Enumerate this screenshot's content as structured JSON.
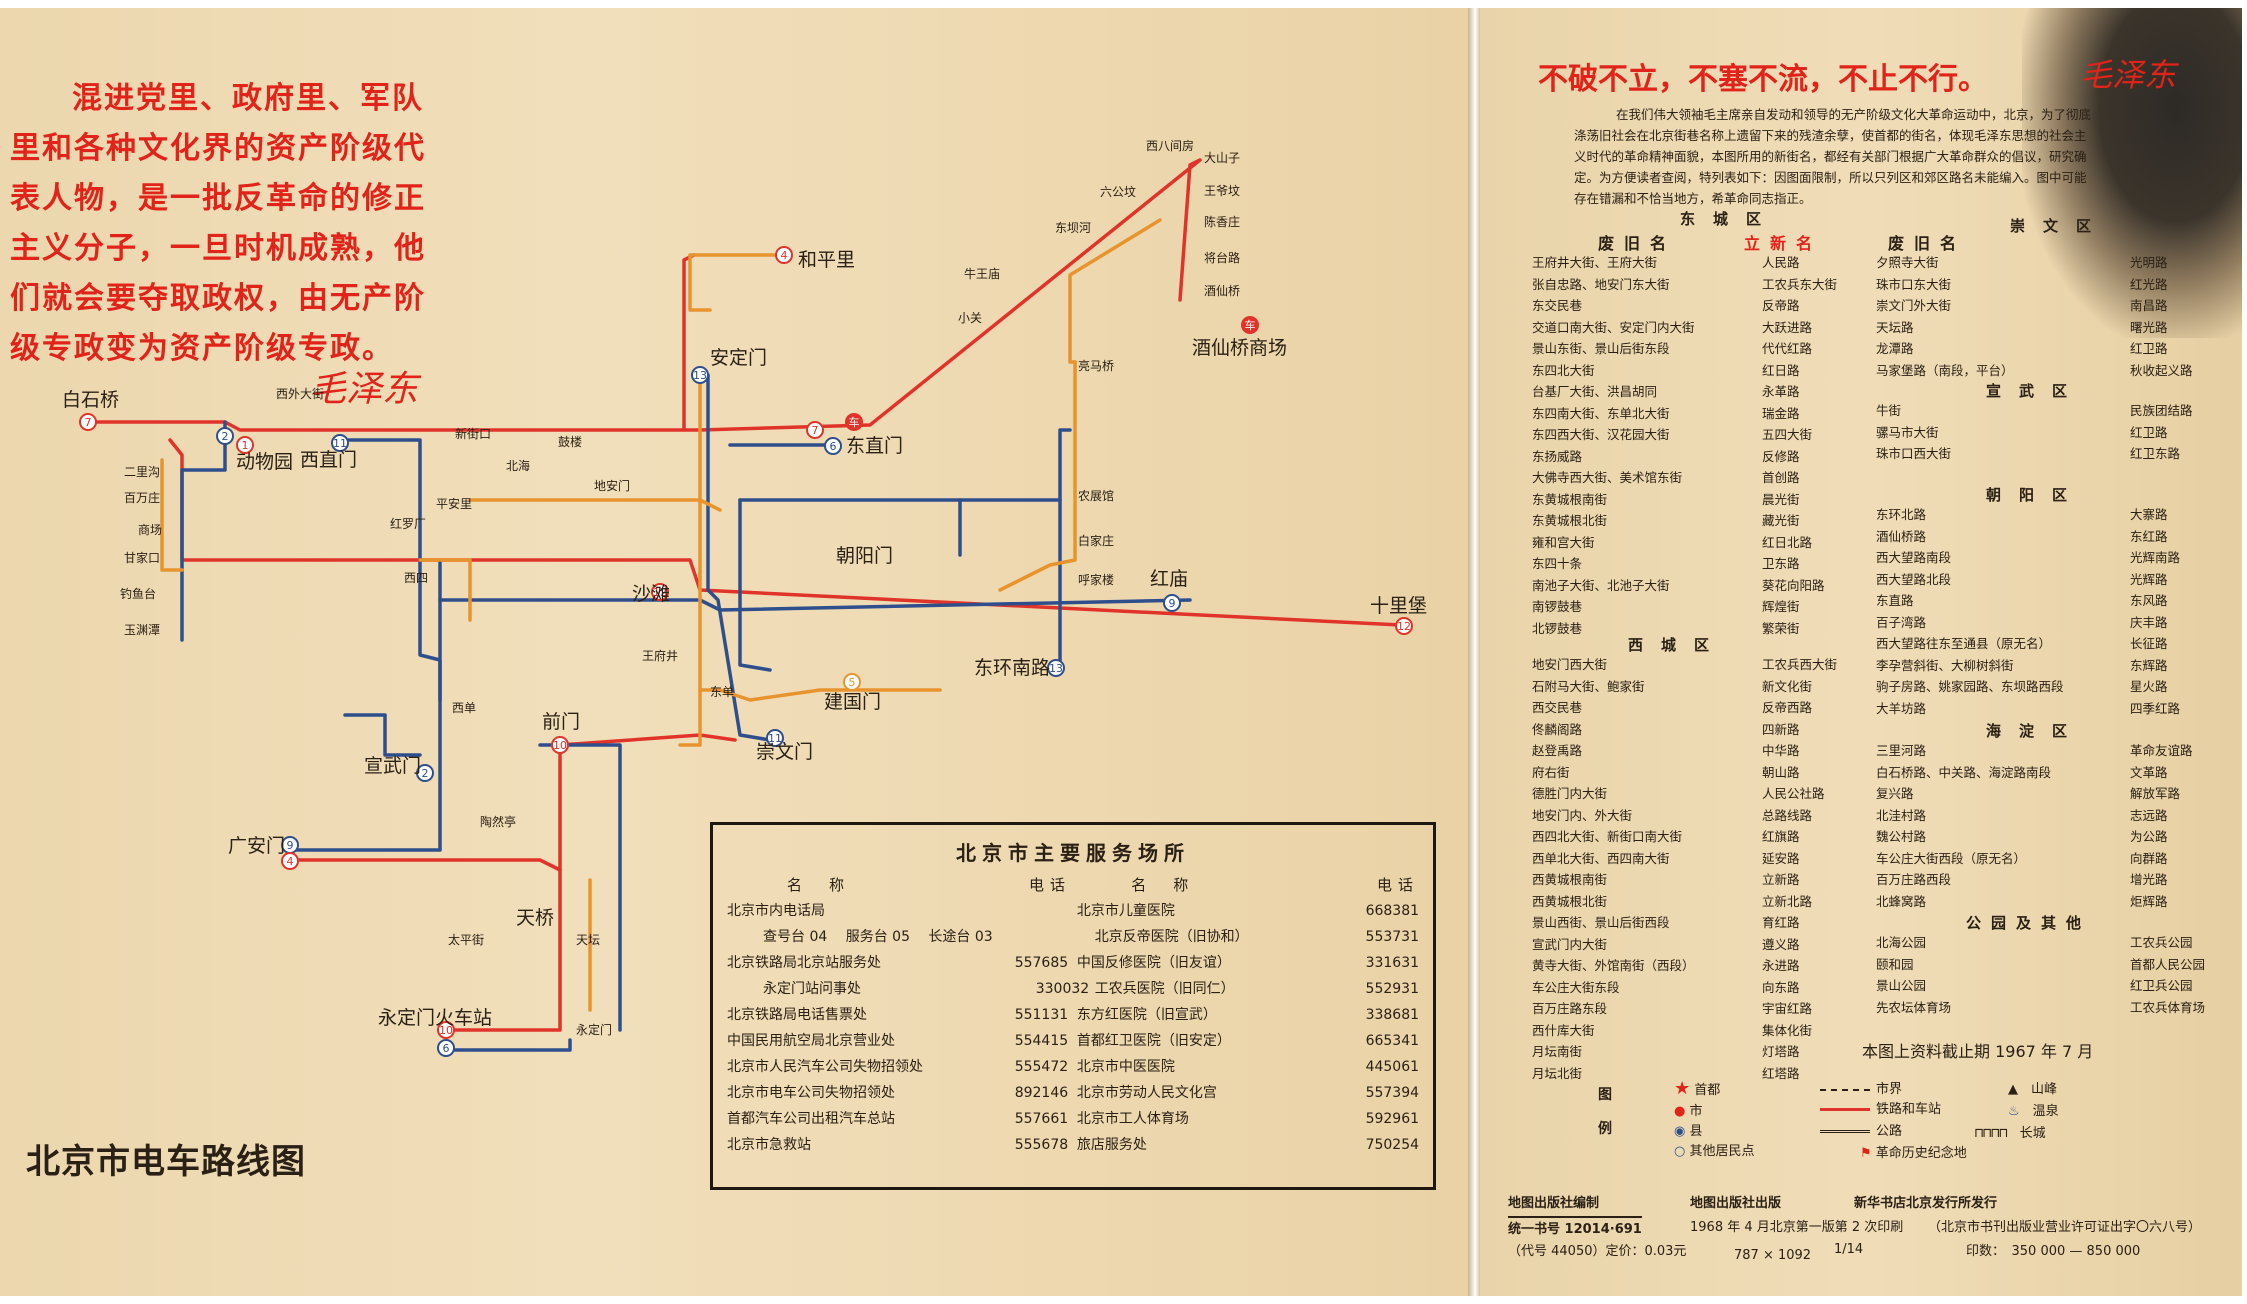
{
  "slogan_lines": [
    "混进党里、政府里、军队",
    "里和各种文化界的资产阶级代",
    "表人物，是一批反革命的修正",
    "主义分子，一旦时机成熟，他",
    "们就会要夺取政权，由无产阶",
    "级专政变为资产阶级专政。"
  ],
  "signature": "毛泽东",
  "map_title": "北京市电车路线图",
  "map_labels": {
    "baishiqiao": "白石桥",
    "xiwaidajie": "西外大街",
    "xinjiekou": "新街口",
    "dongwuyuan": "动物园",
    "xizhimen": "西直门",
    "erliqou": "二里沟",
    "baiwanzhuang": "百万庄",
    "shangchang": "商场",
    "ganjiakou": "甘家口",
    "diaoyutai": "钓鱼台",
    "yuyuantan": "玉渊潭",
    "heping": "和平里",
    "andingmen": "安定门",
    "dongzhimen": "东直门",
    "chaoyangmen": "朝阳门",
    "hongmiao": "红庙",
    "shilibao": "十里堡",
    "jiuxianqiao": "酒仙桥商场",
    "dashanzi": "大山子",
    "wangye": "王爷坟",
    "chenjiazhuang": "陈香庄",
    "jiangtai": "将台路",
    "jiuxian": "酒仙桥",
    "xibajianfang": "西八间房",
    "liugongfen": "六公坟",
    "dongbahe": "东坝河",
    "niuwangmiao": "牛王庙",
    "xiaoguan": "小关",
    "liangmaqiao": "亮马桥",
    "nongzhanguan": "农展馆",
    "baijiazhuang": "白家庄",
    "hujialou": "呼家楼",
    "dongsanhuan": "东环南路",
    "jianguomen": "建国门",
    "chongwenmen": "崇文门",
    "qianmen": "前门",
    "xuanwumen": "宣武门",
    "guanganmen": "广安门",
    "tianqiao": "天桥",
    "yongdingmen": "永定门火车站",
    "shatan": "沙滩",
    "xidan": "西单",
    "xisi": "西四",
    "dongdan": "东单",
    "wangfujing": "王府井",
    "beihai": "北海",
    "gulou": "鼓楼",
    "dianmen": "地安门",
    "hongluo": "红罗厂",
    "pinganli": "平安里",
    "taiping": "太平街",
    "taoranting": "陶然亭",
    "yongdingmen_s": "永定门",
    "tiantan": "天坛"
  },
  "services": {
    "title": "北京市主要服务场所",
    "headers": {
      "name": "名　称",
      "phone": "电话"
    },
    "left": [
      {
        "name": "北京市内电话局",
        "phone": ""
      },
      {
        "name": "查号台 04　 服务台 05　 长途台 03",
        "phone": "",
        "sub": true
      },
      {
        "name": "北京铁路局北京站服务处",
        "phone": "557685"
      },
      {
        "name": "永定门站问事处",
        "phone": "330032",
        "sub": true
      },
      {
        "name": "北京铁路局电话售票处",
        "phone": "551131"
      },
      {
        "name": "中国民用航空局北京营业处",
        "phone": "554415"
      },
      {
        "name": "北京市人民汽车公司失物招领处",
        "phone": "555472"
      },
      {
        "name": "北京市电车公司失物招领处",
        "phone": "892146"
      },
      {
        "name": "首都汽车公司出租汽车总站",
        "phone": "557661"
      },
      {
        "name": "北京市急救站",
        "phone": "555678"
      }
    ],
    "right": [
      {
        "name": "北京市儿童医院",
        "phone": "668381"
      },
      {
        "name": "北京反帝医院（旧协和）",
        "phone": "553731"
      },
      {
        "name": "中国反修医院（旧友谊）",
        "phone": "331631"
      },
      {
        "name": "工农兵医院（旧同仁）",
        "phone": "552931"
      },
      {
        "name": "东方红医院（旧宣武）",
        "phone": "338681"
      },
      {
        "name": "首都红卫医院（旧安定）",
        "phone": "665341"
      },
      {
        "name": "北京市中医医院",
        "phone": "445061"
      },
      {
        "name": "北京市劳动人民文化宫",
        "phone": "557394"
      },
      {
        "name": "北京市工人体育场",
        "phone": "592961"
      },
      {
        "name": "旅店服务处",
        "phone": "750254"
      }
    ]
  },
  "right_title": "不破不立，不塞不流，不止不行。",
  "right_signature": "毛泽东",
  "intro": "在我们伟大领袖毛主席亲自发动和领导的无产阶级文化大革命运动中，北京，为了彻底涤荡旧社会在北京街巷名称上遗留下来的残渣余孽，使首都的街名，体现毛泽东思想的社会主义时代的革命精神面貌，本图所用的新街名，都经有关部门根据广大革命群众的倡议，研究确定。为方便读者查阅，特列表如下：因图面限制，所以只列区和郊区路名未能编入。图中可能存在错漏和不恰当地方，希革命同志指正。",
  "dist_dongcheng": "东城区",
  "dist_xicheng": "西城区",
  "dist_chongwen": "崇文区",
  "dist_xuanwu": "宣武区",
  "dist_chaoyang": "朝阳区",
  "dist_haidian": "海淀区",
  "dist_parks": "公园及其他",
  "head_old": "废旧名",
  "head_new": "立新名",
  "head_old2": "废旧名",
  "col1_old": [
    "王府井大街、王府大街",
    "张自忠路、地安门东大街",
    "东交民巷",
    "交道口南大街、安定门内大街",
    "景山东街、景山后街东段",
    "东四北大街",
    "台基厂大街、洪昌胡同",
    "东四南大街、东单北大街",
    "东四西大街、汉花园大街",
    "东扬威路",
    "大佛寺西大街、美术馆东街",
    "东黄城根南街",
    "东黄城根北街",
    "雍和宫大街",
    "东四十条",
    "南池子大街、北池子大街",
    "南锣鼓巷",
    "北锣鼓巷"
  ],
  "col1_new": [
    "人民路",
    "工农兵东大街",
    "反帝路",
    "大跃进路",
    "代代红路",
    "红日路",
    "永革路",
    "瑞金路",
    "五四大街",
    "反修路",
    "首创路",
    "晨光街",
    "藏光街",
    "红日北路",
    "卫东路",
    "葵花向阳路",
    "辉煌街",
    "繁荣街"
  ],
  "col1b_old": [
    "地安门西大街",
    "石附马大街、鲍家街",
    "西交民巷",
    "佟麟阁路",
    "赵登禹路",
    "府右街",
    "德胜门内大街",
    "地安门内、外大街",
    "西四北大街、新街口南大街",
    "西单北大街、西四南大街",
    "西黄城根南街",
    "西黄城根北街",
    "景山西街、景山后街西段",
    "宣武门内大街",
    "黄寺大街、外馆南街（西段）",
    "车公庄大街东段",
    "百万庄路东段",
    "西什库大街",
    "月坛南街",
    "月坛北街"
  ],
  "col1b_new": [
    "工农兵西大街",
    "新文化街",
    "反帝西路",
    "四新路",
    "中华路",
    "朝山路",
    "人民公社路",
    "总路线路",
    "红旗路",
    "延安路",
    "立新路",
    "立新北路",
    "育红路",
    "遵义路",
    "永进路",
    "向东路",
    "宇宙红路",
    "集体化街",
    "灯塔路",
    "红塔路"
  ],
  "col2_old": [
    "夕照寺大街",
    "珠市口东大街",
    "崇文门外大街",
    "天坛路",
    "龙潭路",
    "马家堡路（南段，平台）"
  ],
  "col2_new": [
    "光明路",
    "红光路",
    "南昌路",
    "曙光路",
    "红卫路",
    "秋收起义路"
  ],
  "col2b_old": [
    "牛街",
    "骡马市大街",
    "珠市口西大街"
  ],
  "col2b_new": [
    "民族团结路",
    "红卫路",
    "红卫东路"
  ],
  "col2c_old": [
    "东环北路",
    "酒仙桥路",
    "西大望路南段",
    "西大望路北段",
    "东直路",
    "百子湾路",
    "西大望路往东至通县（原无名）",
    "李孕营斜街、大柳树斜街",
    "驹子房路、姚家园路、东坝路西段",
    "大羊坊路"
  ],
  "col2c_new": [
    "大寨路",
    "东红路",
    "光辉南路",
    "光辉路",
    "东风路",
    "庆丰路",
    "长征路",
    "东辉路",
    "星火路",
    "四季红路"
  ],
  "col2d_old": [
    "三里河路",
    "白石桥路、中关路、海淀路南段",
    "复兴路",
    "北洼村路",
    "魏公村路",
    "车公庄大街西段（原无名）",
    "百万庄路西段",
    "北蜂窝路"
  ],
  "col2d_new": [
    "革命友谊路",
    "文革路",
    "解放军路",
    "志远路",
    "为公路",
    "向群路",
    "增光路",
    "炬辉路"
  ],
  "col2e_old": [
    "北海公园",
    "颐和园",
    "景山公园",
    "先农坛体育场"
  ],
  "col2e_new": [
    "工农兵公园",
    "首都人民公园",
    "红卫兵公园",
    "工农兵体育场"
  ],
  "cutoff": "本图上资料截止期 1967 年 7 月",
  "legend": {
    "tu": "图",
    "li": "例",
    "capital": "首都",
    "city": "市",
    "county": "县",
    "other_place": "其他居民点",
    "city_limit": "市界",
    "rail": "铁路和车站",
    "road": "公路",
    "revolution_site": "革命历史纪念地",
    "mountain": "山峰",
    "spring": "温泉",
    "great_wall": "长城"
  },
  "imprint": {
    "compiler": "地图出版社编制",
    "publisher": "地图出版社出版",
    "distributor": "新华书店北京发行所发行",
    "book_no": "统一书号 12014·691",
    "edition": "1968 年 4 月北京第一版第 2 次印刷",
    "license": "（北京市书刊出版业营业许可证出字〇六八号）",
    "code_price": "（代号 44050）定价：0.03元",
    "format": "787 × 1092",
    "fraction": "1/14",
    "print_count": "印数：　350 000 — 850 000"
  }
}
